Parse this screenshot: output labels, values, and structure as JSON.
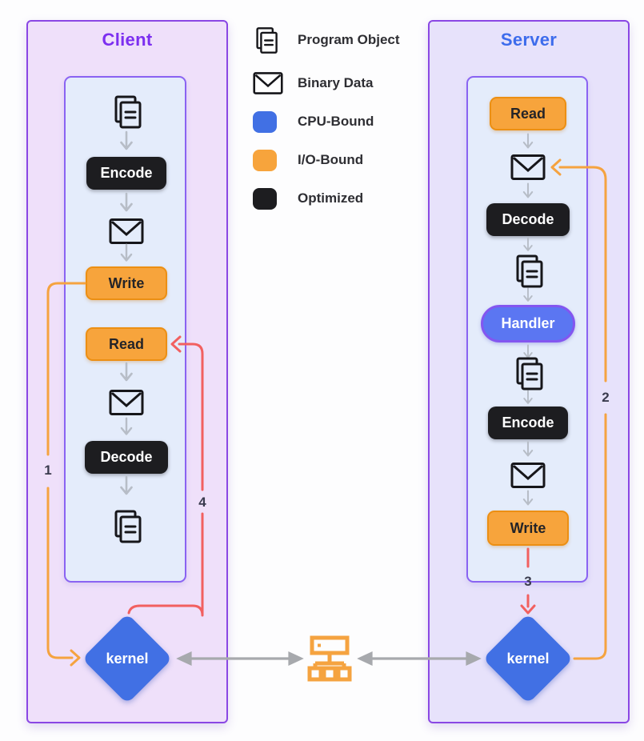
{
  "client": {
    "title": "Client",
    "steps": {
      "encode": "Encode",
      "write": "Write",
      "read": "Read",
      "decode": "Decode"
    },
    "kernel": "kernel"
  },
  "server": {
    "title": "Server",
    "steps": {
      "read": "Read",
      "decode": "Decode",
      "handler": "Handler",
      "encode": "Encode",
      "write": "Write"
    },
    "kernel": "kernel"
  },
  "legend": {
    "items": [
      {
        "icon": "program-object-icon",
        "label": "Program Object"
      },
      {
        "icon": "binary-data-icon",
        "label": "Binary Data"
      },
      {
        "icon": "cpu-bound-swatch",
        "label": "CPU-Bound",
        "color": "#4170e4"
      },
      {
        "icon": "io-bound-swatch",
        "label": "I/O-Bound",
        "color": "#f7a43c"
      },
      {
        "icon": "optimized-swatch",
        "label": "Optimized",
        "color": "#1d1d20"
      }
    ]
  },
  "flow_labels": {
    "n1": "1",
    "n2": "2",
    "n3": "3",
    "n4": "4"
  },
  "colors": {
    "client_title": "#7c2ff0",
    "server_title": "#3d6cec",
    "panel_border": "#8a47e4",
    "inner_border": "#8a63f2",
    "client_bg": "#efe0fa",
    "server_bg": "#e7e2fb",
    "inner_bg": "#e4ecfb",
    "cpu_bound": "#4170e4",
    "io_bound": "#f7a43c",
    "optimized": "#1d1d20",
    "handler_fill": "#5b76f2",
    "handler_border": "#8356f0",
    "arrow_orange": "#f5a340",
    "arrow_red": "#f26060",
    "arrow_gray": "#a7a9ad",
    "flow_arrow_gray": "#b7bdc7",
    "network_icon": "#f5a340"
  }
}
